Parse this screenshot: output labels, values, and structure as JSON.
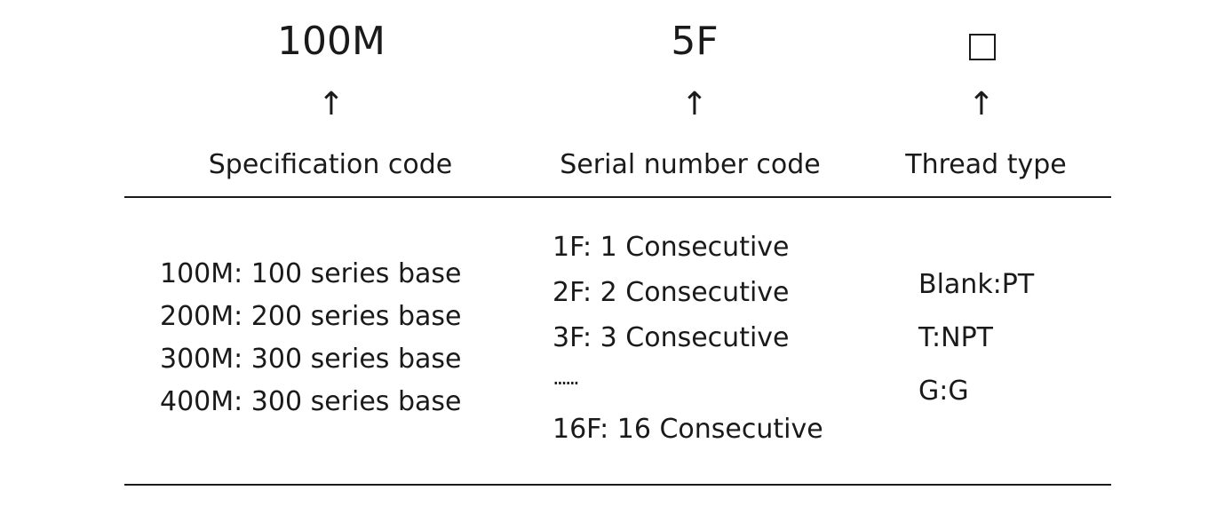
{
  "header": {
    "spec_code": "100M",
    "serial_code": "5F",
    "thread_code": "□",
    "arrow": "↑"
  },
  "labels": {
    "spec": "Specification code",
    "serial": "Serial number code",
    "thread": "Thread type"
  },
  "spec_options": [
    "100M: 100 series base",
    "200M: 200 series base",
    "300M: 300 series base",
    "400M: 300 series base"
  ],
  "serial_options": [
    "1F: 1 Consecutive",
    "2F: 2 Consecutive",
    "3F: 3 Consecutive",
    "······",
    "16F: 16 Consecutive"
  ],
  "thread_options": [
    "Blank:PT",
    "T:NPT",
    "G:G"
  ]
}
